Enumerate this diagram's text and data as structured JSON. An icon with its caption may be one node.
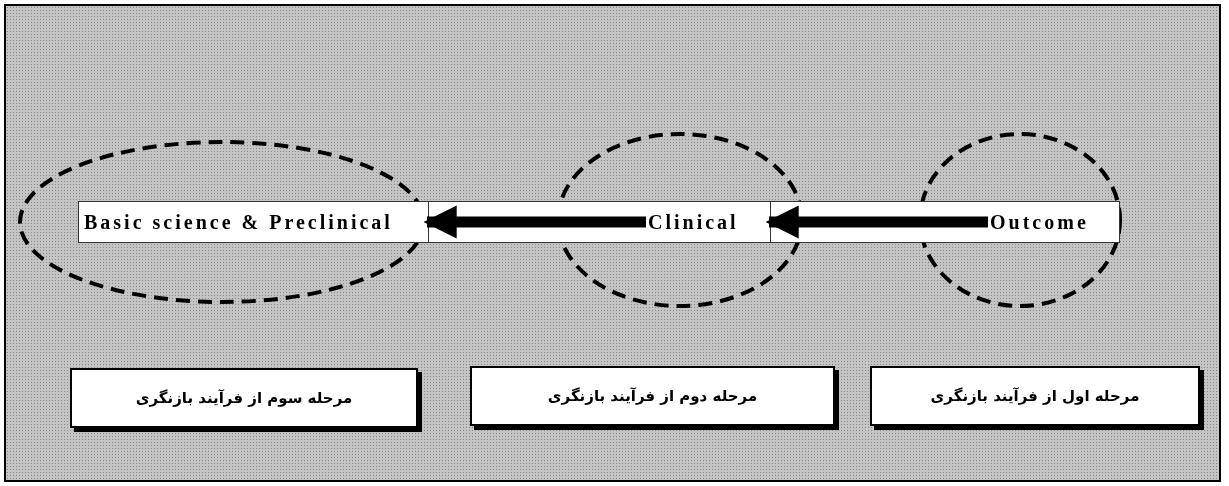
{
  "diagram": {
    "nodes": [
      {
        "text": [
          "Basic science & Preclinical"
        ]
      },
      {
        "text": [
          "Clinical"
        ]
      },
      {
        "text": [
          "Outcome"
        ]
      },
      {
        "text": [
          "مرحله سوم از فرآیند بازنگری"
        ]
      },
      {
        "text": [
          "مرحله دوم از فرآیند بازنگری"
        ]
      },
      {
        "text": [
          "مرحله اول از فرآیند بازنگری"
        ]
      }
    ],
    "edges": [
      {
        "from": 2,
        "to": 1,
        "arrow": "to"
      },
      {
        "from": 1,
        "to": 0,
        "arrow": "to"
      }
    ]
  }
}
